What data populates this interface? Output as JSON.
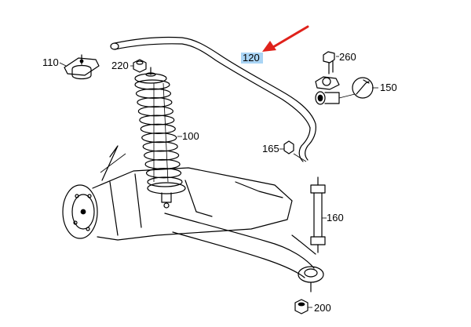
{
  "callouts": {
    "c110": "110",
    "c220": "220",
    "c120": "120",
    "c260": "260",
    "c150": "150",
    "c100": "100",
    "c165": "165",
    "c160": "160",
    "c200": "200"
  },
  "colors": {
    "highlight": "#a9d4f5",
    "arrow": "#e0221b",
    "line": "#000000"
  }
}
